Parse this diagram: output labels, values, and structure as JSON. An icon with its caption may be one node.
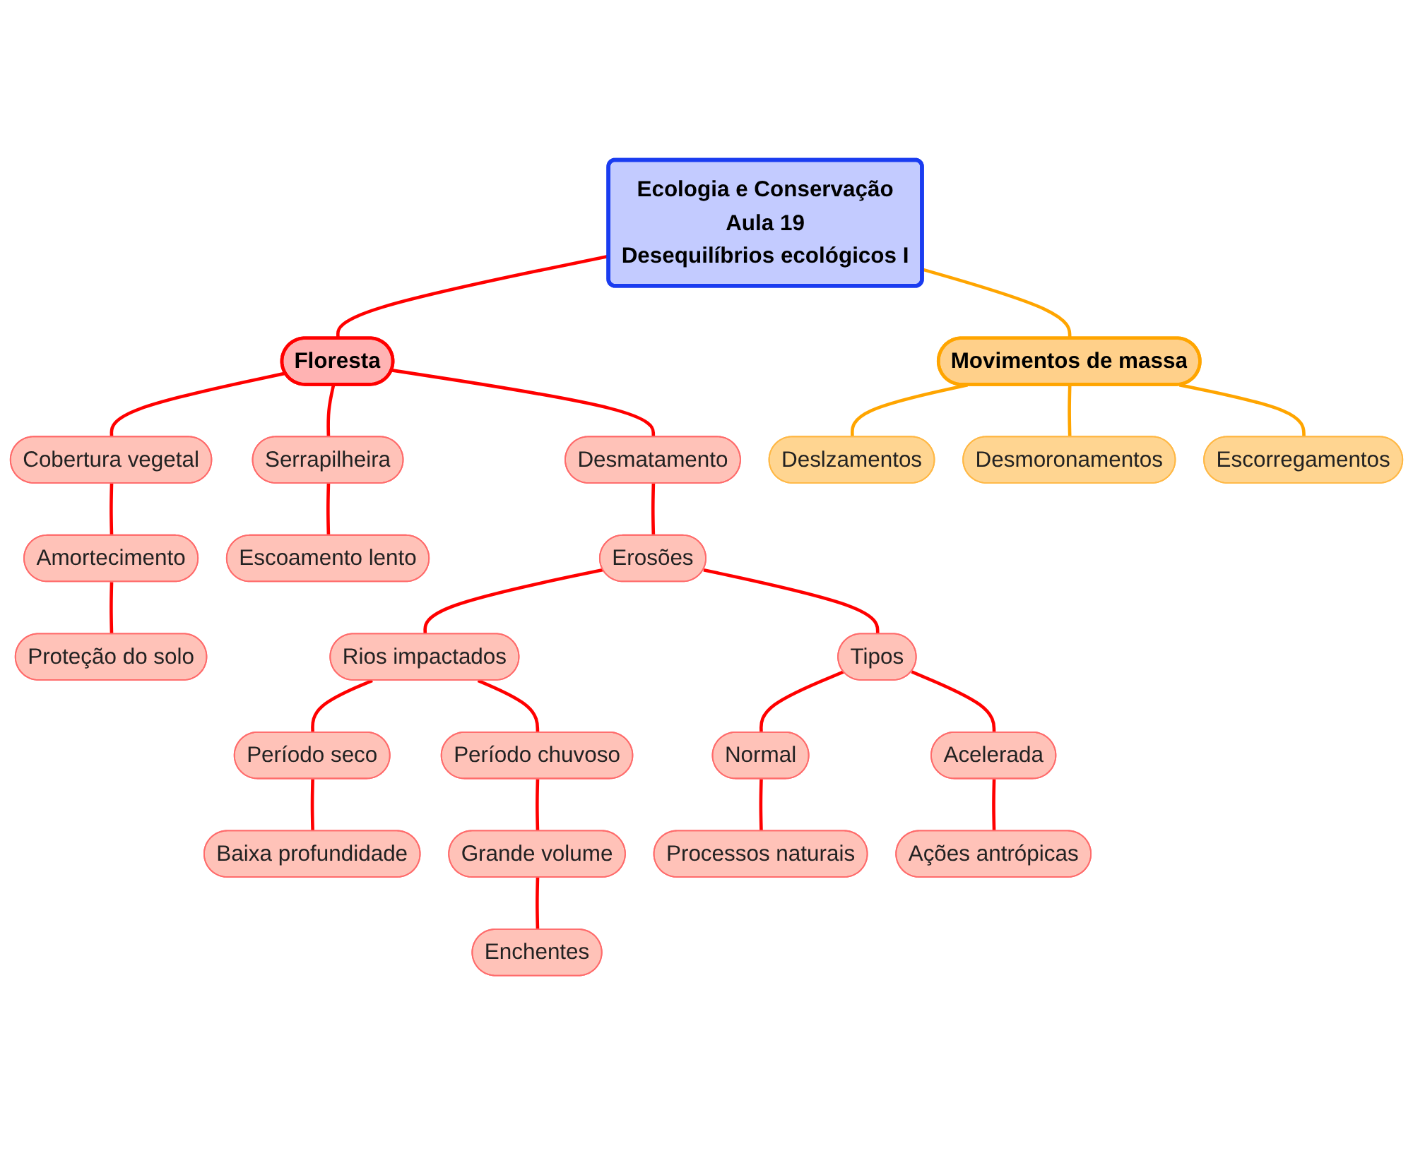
{
  "diagram": {
    "nodes": [
      {
        "text": [
          "Ecologia e Conservação",
          "Aula 19",
          "Desequilíbrios ecológicos I"
        ]
      },
      {
        "text": [
          "Floresta"
        ]
      },
      {
        "text": [
          "Movimentos de massa"
        ]
      },
      {
        "text": [
          "Cobertura vegetal"
        ]
      },
      {
        "text": [
          "Serrapilheira"
        ]
      },
      {
        "text": [
          "Desmatamento"
        ]
      },
      {
        "text": [
          "Deslzamentos"
        ]
      },
      {
        "text": [
          "Desmoronamentos"
        ]
      },
      {
        "text": [
          "Escorregamentos"
        ]
      },
      {
        "text": [
          "Amortecimento"
        ]
      },
      {
        "text": [
          "Escoamento lento"
        ]
      },
      {
        "text": [
          "Erosões"
        ]
      },
      {
        "text": [
          "Proteção do solo"
        ]
      },
      {
        "text": [
          "Rios impactados"
        ]
      },
      {
        "text": [
          "Tipos"
        ]
      },
      {
        "text": [
          "Período seco"
        ]
      },
      {
        "text": [
          "Período chuvoso"
        ]
      },
      {
        "text": [
          "Normal"
        ]
      },
      {
        "text": [
          "Acelerada"
        ]
      },
      {
        "text": [
          "Baixa profundidade"
        ]
      },
      {
        "text": [
          "Grande volume"
        ]
      },
      {
        "text": [
          "Processos naturais"
        ]
      },
      {
        "text": [
          "Ações antrópicas"
        ]
      },
      {
        "text": [
          "Enchentes"
        ]
      }
    ],
    "edges": [
      {
        "from": 0,
        "to": 1,
        "arrow": "none"
      },
      {
        "from": 0,
        "to": 2,
        "arrow": "none",
        "color": "#ffa500"
      },
      {
        "from": 1,
        "to": 3,
        "arrow": "none"
      },
      {
        "from": 1,
        "to": 4,
        "arrow": "none"
      },
      {
        "from": 1,
        "to": 5,
        "arrow": "none"
      },
      {
        "from": 2,
        "to": 6,
        "arrow": "none",
        "color": "#ffa500"
      },
      {
        "from": 2,
        "to": 7,
        "arrow": "none",
        "color": "#ffa500"
      },
      {
        "from": 2,
        "to": 8,
        "arrow": "none",
        "color": "#ffa500"
      },
      {
        "from": 3,
        "to": 9,
        "arrow": "none"
      },
      {
        "from": 4,
        "to": 10,
        "arrow": "none"
      },
      {
        "from": 5,
        "to": 11,
        "arrow": "none"
      },
      {
        "from": 9,
        "to": 12,
        "arrow": "none"
      },
      {
        "from": 11,
        "to": 13,
        "arrow": "none"
      },
      {
        "from": 11,
        "to": 14,
        "arrow": "none"
      },
      {
        "from": 13,
        "to": 15,
        "arrow": "none"
      },
      {
        "from": 13,
        "to": 16,
        "arrow": "none"
      },
      {
        "from": 14,
        "to": 17,
        "arrow": "none"
      },
      {
        "from": 14,
        "to": 18,
        "arrow": "none"
      },
      {
        "from": 15,
        "to": 19,
        "arrow": "none"
      },
      {
        "from": 16,
        "to": 20,
        "arrow": "none"
      },
      {
        "from": 17,
        "to": 21,
        "arrow": "none"
      },
      {
        "from": 18,
        "to": 22,
        "arrow": "none"
      },
      {
        "from": 20,
        "to": 23,
        "arrow": "none"
      }
    ]
  }
}
